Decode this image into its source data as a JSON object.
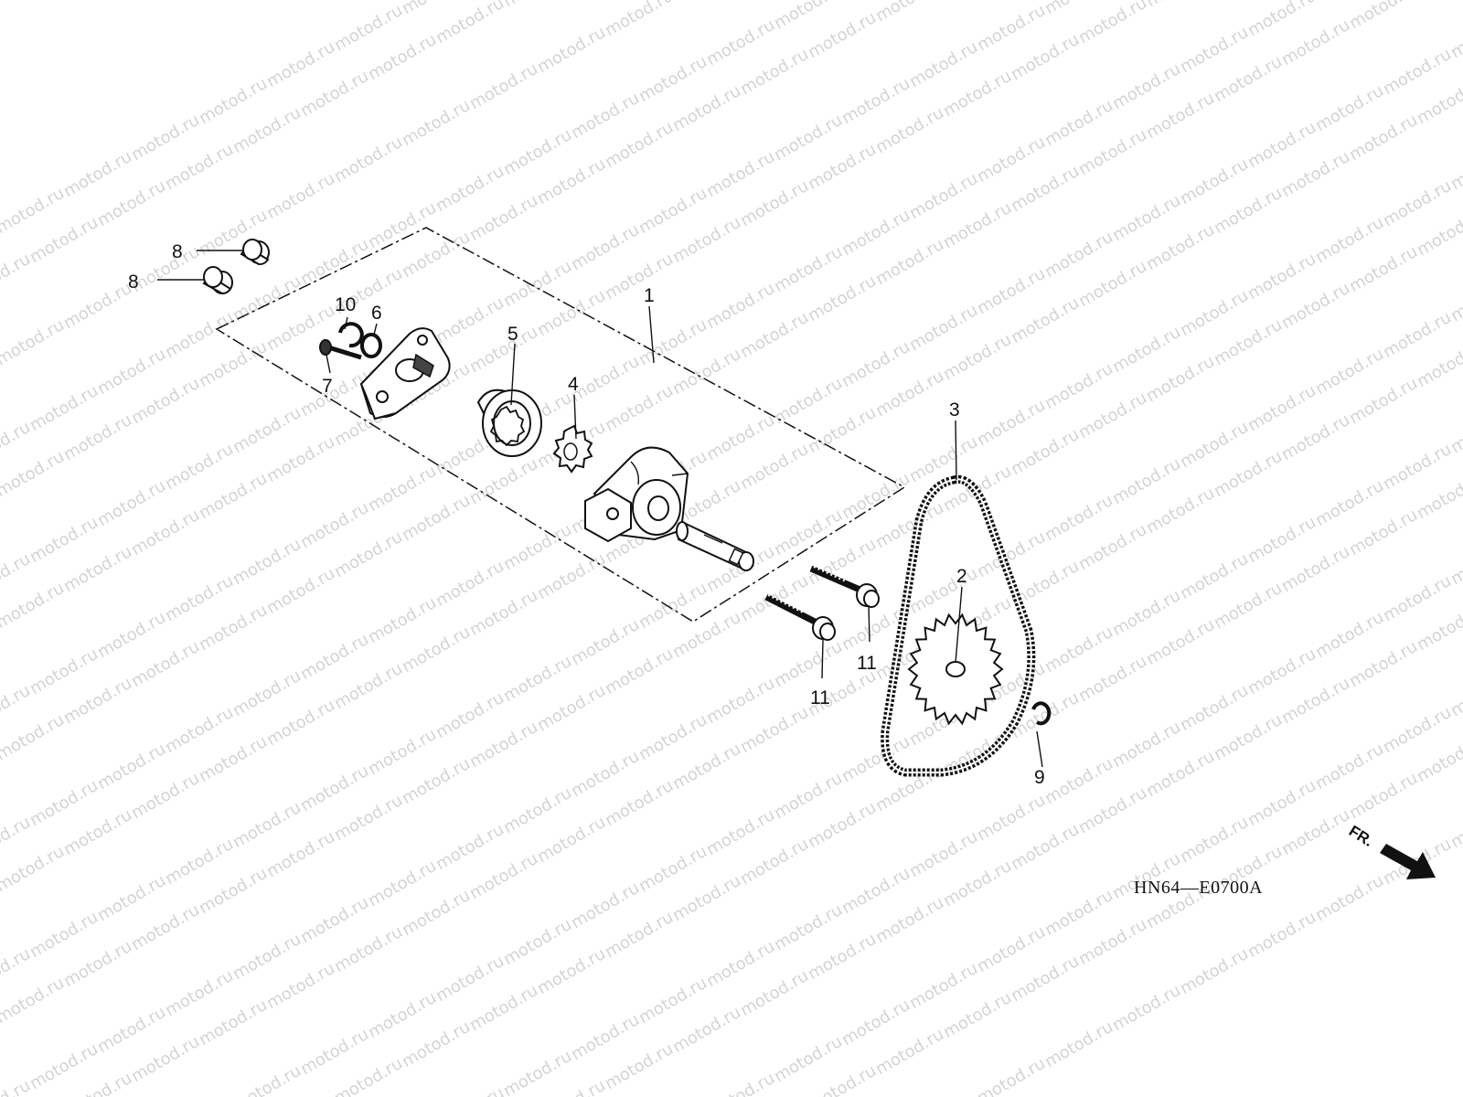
{
  "watermark": {
    "text": "motod.ru"
  },
  "callouts": {
    "c1": "1",
    "c2": "2",
    "c3": "3",
    "c4": "4",
    "c5": "5",
    "c6": "6",
    "c7": "7",
    "c8a": "8",
    "c8b": "8",
    "c9": "9",
    "c10": "10",
    "c11a": "11",
    "c11b": "11"
  },
  "diagram_code": "HN64—E0700A",
  "direction_label": "FR.",
  "colors": {
    "line": "#111111",
    "watermark": "#d4d4d4"
  }
}
